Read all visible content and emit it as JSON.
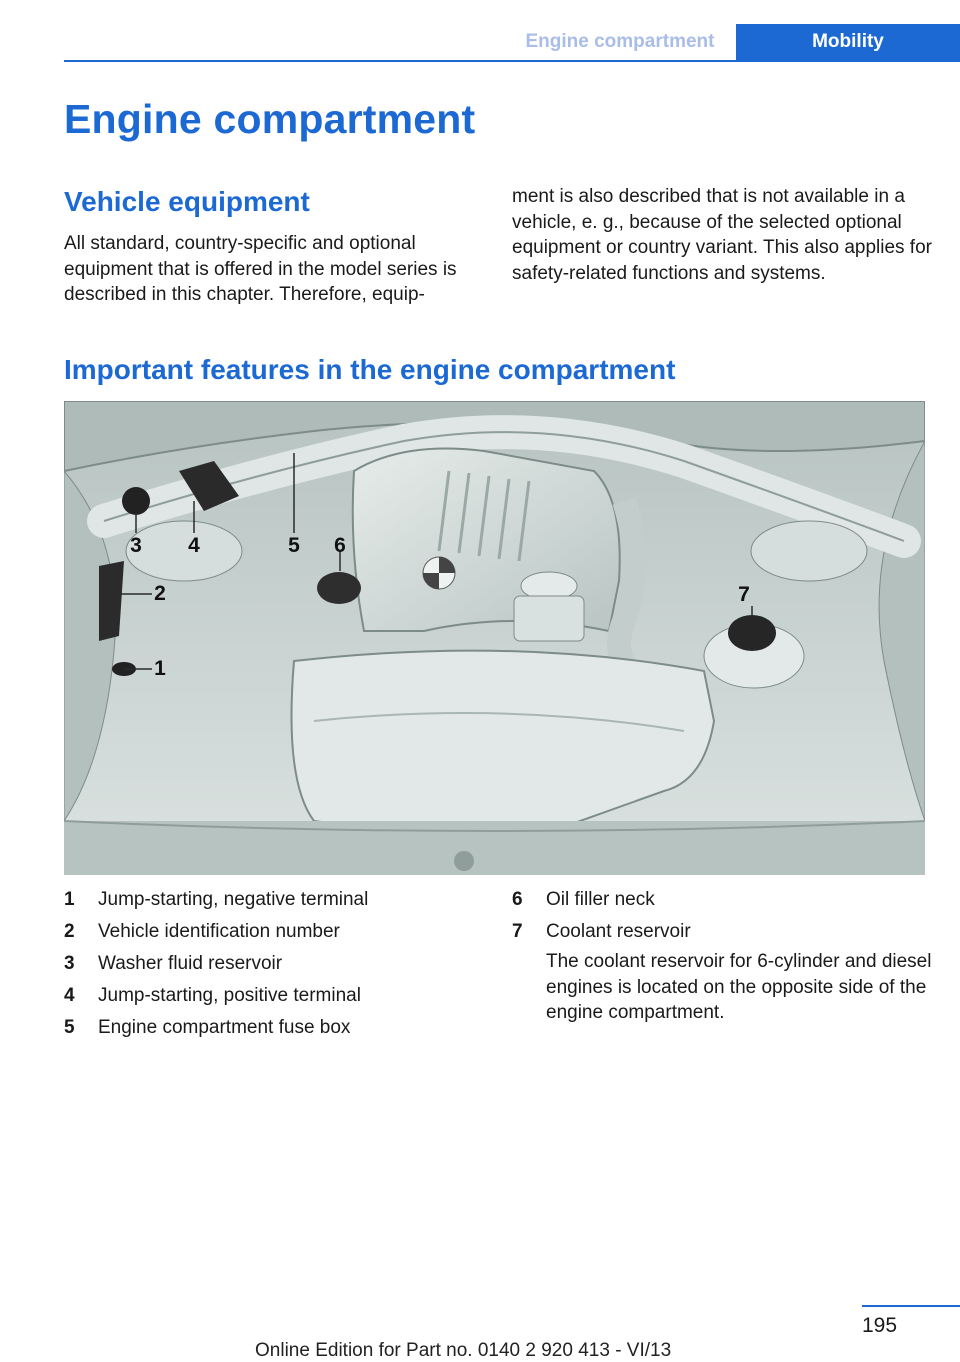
{
  "header": {
    "section_tab": "Engine compartment",
    "active_tab": "Mobility"
  },
  "title": "Engine compartment",
  "vehicle_equipment": {
    "heading": "Vehicle equipment",
    "text_col1": "All standard, country-specific and optional equipment that is offered in the model series is described in this chapter. Therefore, equip-",
    "text_col2": "ment is also described that is not available in a vehicle, e. g., because of the selected optional equipment or country variant. This also applies for safety-related functions and systems."
  },
  "features": {
    "heading": "Important features in the engine compartment",
    "figure": {
      "callouts": [
        "1",
        "2",
        "3",
        "4",
        "5",
        "6",
        "7"
      ],
      "colors": {
        "background": "#c9d3d1",
        "line": "#2b2b2b"
      }
    },
    "items": [
      {
        "num": "1",
        "label": "Jump-starting, negative terminal"
      },
      {
        "num": "2",
        "label": "Vehicle identification number"
      },
      {
        "num": "3",
        "label": "Washer fluid reservoir"
      },
      {
        "num": "4",
        "label": "Jump-starting, positive terminal"
      },
      {
        "num": "5",
        "label": "Engine compartment fuse box"
      },
      {
        "num": "6",
        "label": "Oil filler neck"
      },
      {
        "num": "7",
        "label": "Coolant reservoir",
        "note": "The coolant reservoir for 6-cylinder and diesel engines is located on the opposite side of the engine compartment."
      }
    ]
  },
  "footer": {
    "page_number": "195",
    "edition": "Online Edition for Part no. 0140 2 920 413 - VI/13"
  },
  "colors": {
    "accent": "#1c69d4",
    "text": "#1a1a1a"
  }
}
